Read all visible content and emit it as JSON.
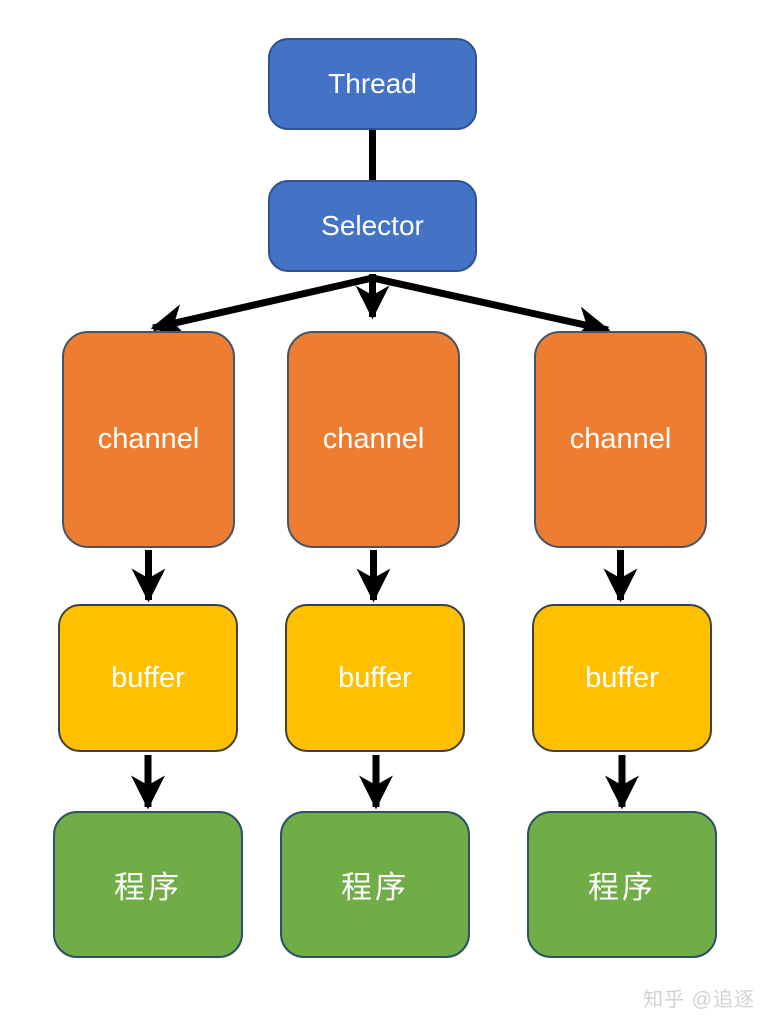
{
  "nodes": {
    "thread": {
      "label": "Thread"
    },
    "selector": {
      "label": "Selector"
    },
    "columns": [
      {
        "channel": "channel",
        "buffer": "buffer",
        "program": "程序"
      },
      {
        "channel": "channel",
        "buffer": "buffer",
        "program": "程序"
      },
      {
        "channel": "channel",
        "buffer": "buffer",
        "program": "程序"
      }
    ]
  },
  "colors": {
    "canvas_bg": "#ffffff",
    "thread_fill": "#4472c4",
    "thread_border": "#2f528f",
    "channel_fill": "#ed7d31",
    "channel_border": "#44546a",
    "buffer_fill": "#ffc000",
    "buffer_border": "#404040",
    "program_fill": "#70ad47",
    "program_border": "#2d5266",
    "arrow": "#000000",
    "node_text": "#ffffff",
    "watermark": "#d2d2d2"
  },
  "watermark": {
    "text": "知乎 @追逐"
  }
}
